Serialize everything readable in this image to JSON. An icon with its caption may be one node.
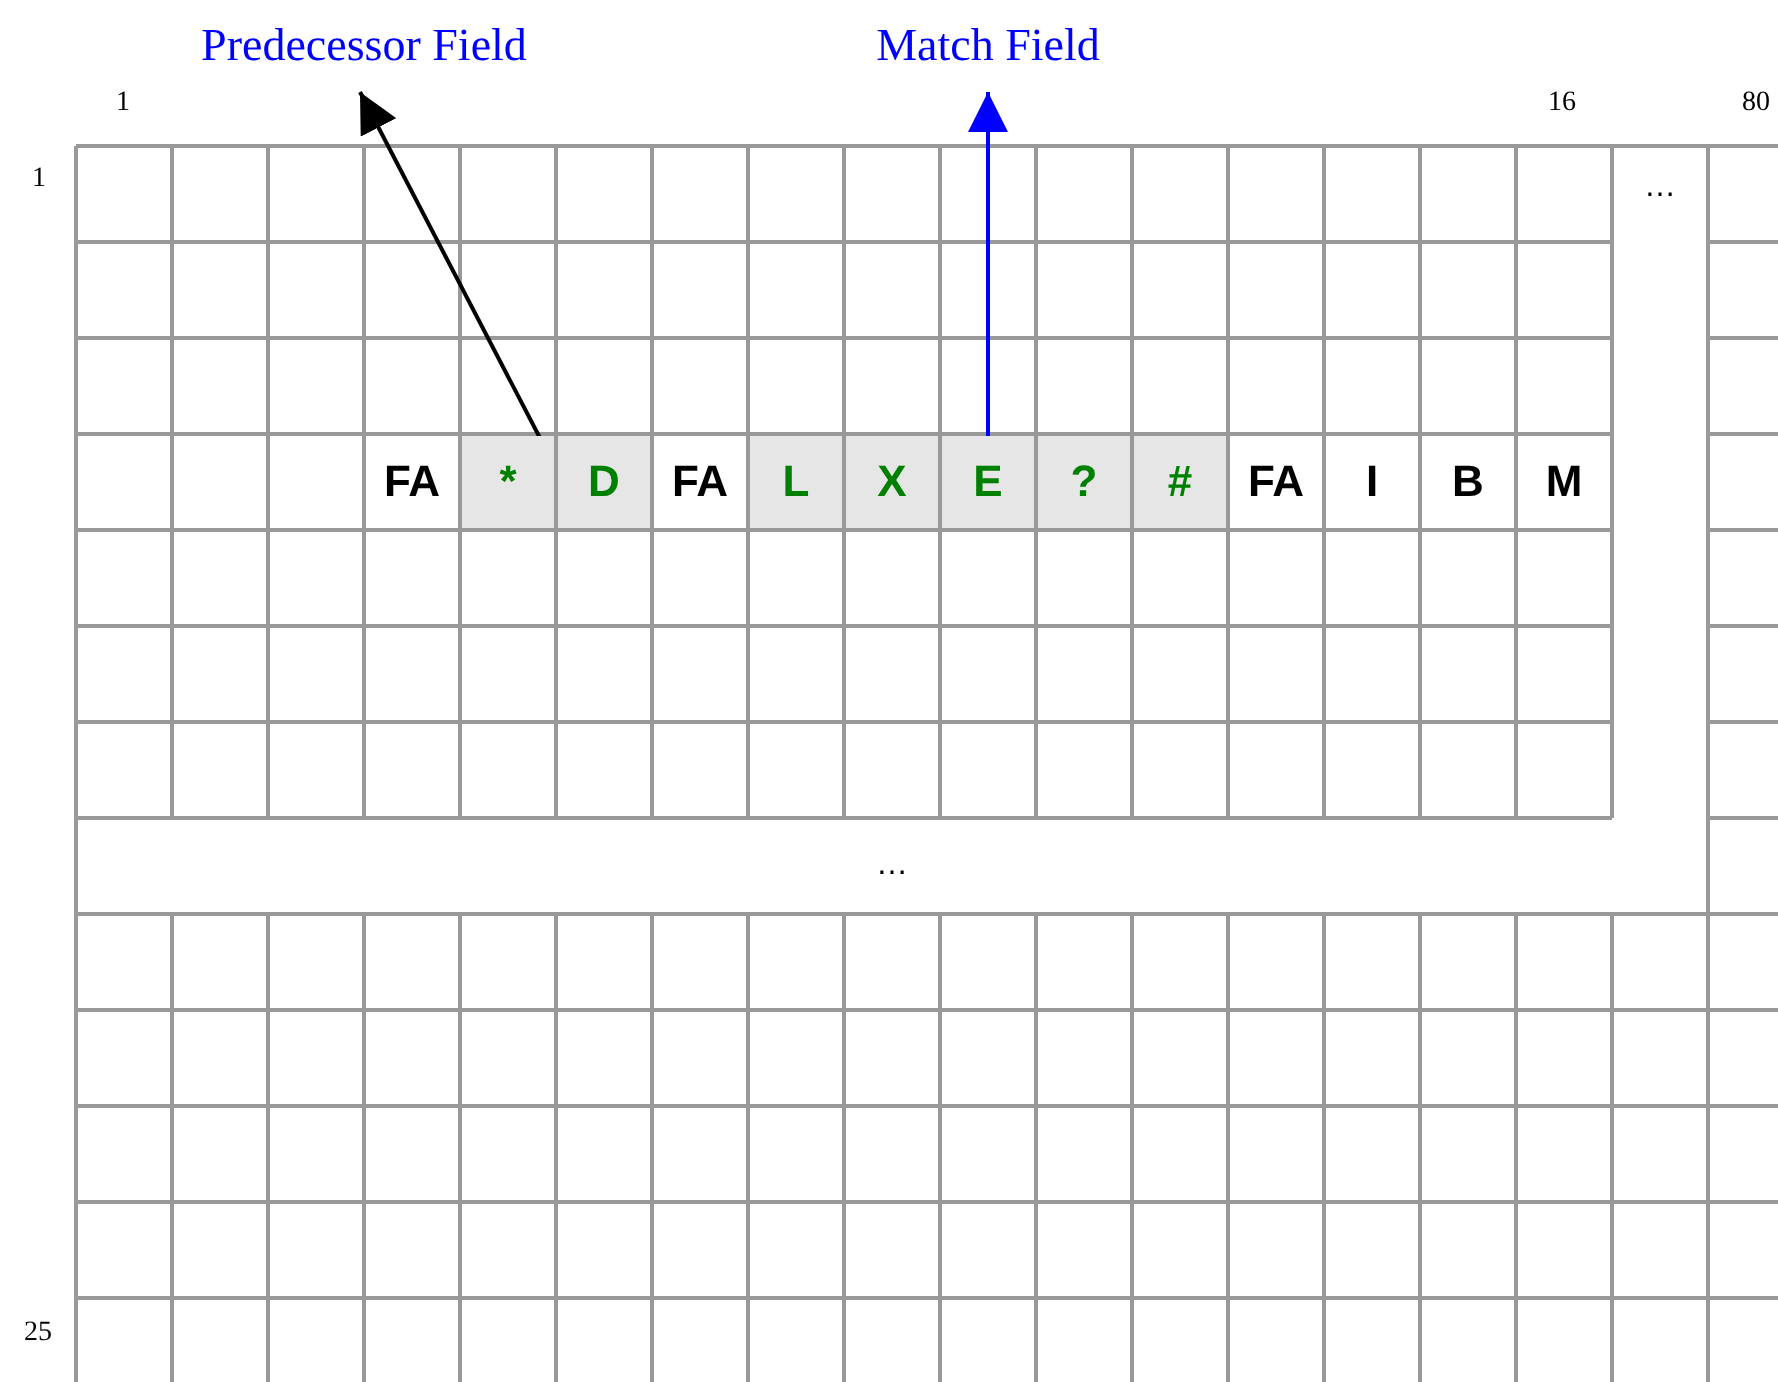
{
  "diagram": {
    "nodes": [
      {
        "text": [
          "Predecessor Field"
        ]
      },
      {
        "text": [
          "Match Field"
        ]
      },
      {
        "text": [
          "…"
        ]
      },
      {
        "text": [
          "FA"
        ]
      },
      {
        "text": [
          "*"
        ]
      },
      {
        "text": [
          "D"
        ]
      },
      {
        "text": [
          "FA"
        ]
      },
      {
        "text": [
          "L"
        ]
      },
      {
        "text": [
          "X"
        ]
      },
      {
        "text": [
          "E"
        ]
      },
      {
        "text": [
          "?"
        ]
      },
      {
        "text": [
          "#"
        ]
      },
      {
        "text": [
          "FA"
        ]
      },
      {
        "text": [
          "I"
        ]
      },
      {
        "text": [
          "B"
        ]
      },
      {
        "text": [
          "M"
        ]
      },
      {
        "text": [
          "…"
        ]
      }
    ],
    "edges": [
      {
        "from": 4,
        "to": 0,
        "arrow": "to"
      },
      {
        "from": 9,
        "to": 1,
        "arrow": "to",
        "color": "#0000ff"
      }
    ],
    "labels": [
      "1",
      "16",
      "80",
      "1",
      "25"
    ]
  }
}
